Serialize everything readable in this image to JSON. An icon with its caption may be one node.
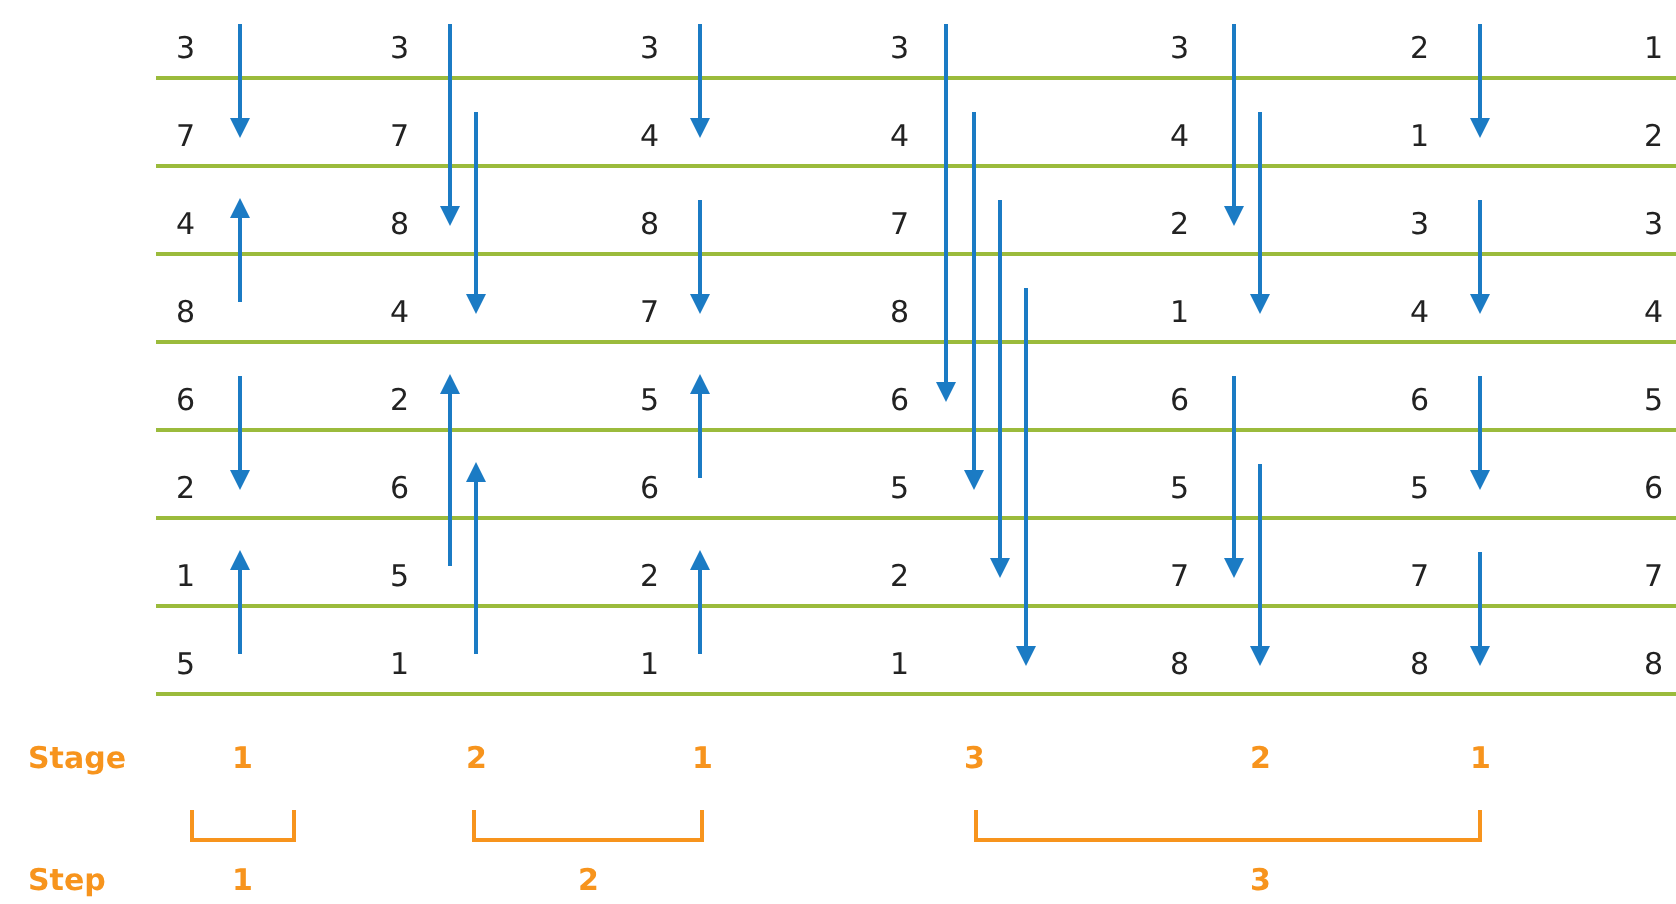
{
  "diagram": {
    "labels": [
      "3",
      "3",
      "3",
      "3",
      "3",
      "2",
      "1",
      "7",
      "7",
      "4",
      "4",
      "4",
      "1",
      "2",
      "4",
      "8",
      "8",
      "7",
      "2",
      "3",
      "3",
      "8",
      "4",
      "7",
      "8",
      "1",
      "4",
      "4",
      "6",
      "2",
      "5",
      "6",
      "6",
      "6",
      "5",
      "2",
      "6",
      "6",
      "5",
      "5",
      "5",
      "6",
      "1",
      "5",
      "2",
      "2",
      "7",
      "7",
      "7",
      "5",
      "1",
      "1",
      "1",
      "8",
      "8",
      "8",
      "Stage",
      "1",
      "2",
      "1",
      "3",
      "2",
      "1",
      "Step",
      "1",
      "2",
      "3"
    ]
  }
}
